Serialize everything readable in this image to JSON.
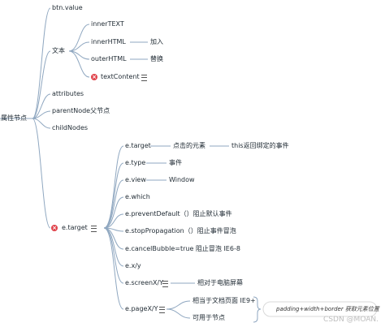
{
  "root": "属性节点",
  "branches": {
    "btn_value": "btn.value",
    "wenben": "文本",
    "innertext": "innerTEXT",
    "innerhtml": "innerHTML",
    "innerhtml_note": "加入",
    "outerhtml": "outerHTML",
    "outerhtml_note": "替换",
    "textcontent": "textContent",
    "attributes": "attributes",
    "parentnode": "parentNode父节点",
    "childnodes": "childNodes",
    "etarget_main": "e.target"
  },
  "event": {
    "target": "e.target",
    "target_desc": "点击的元素",
    "target_desc2": "this返回绑定的事件",
    "type": "e.type",
    "type_desc": "事件",
    "view": "e.view",
    "view_desc": "Window",
    "which": "e.which",
    "prevent": "e.preventDefault（）阻止默认事件",
    "stop": "e.stopPropagation（）阻止事件冒泡",
    "cancel": "e.cancelBubble=true 阻止冒泡 IE6-8",
    "xy": "e.x/y",
    "screen": "e.screenX/Y",
    "screen_desc": "相对于电脑屏幕",
    "page": "e.pageX/Y",
    "page_desc1": "相当于文档页面 IE9+",
    "page_desc2": "可用于节点",
    "callout": "padding+width+border 获取元素位置"
  },
  "watermark": "CSDN @MOAN.",
  "icons": {
    "error": "x-circle-icon",
    "note": "note-lines-icon"
  },
  "colors": {
    "line": "#8fa7c0",
    "error": "#e0434b"
  }
}
